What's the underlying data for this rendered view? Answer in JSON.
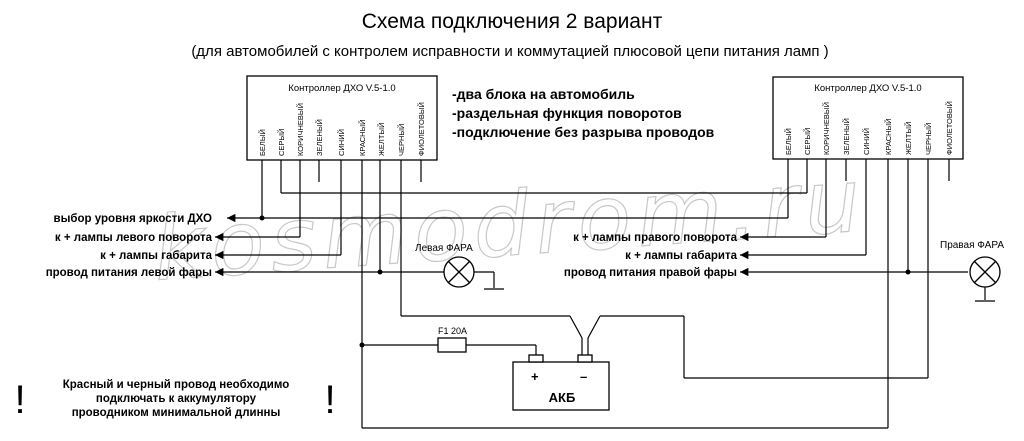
{
  "title": "Схема подключения 2 вариант",
  "subtitle": "(для автомобилей с контролем исправности и коммутацией плюсовой цепи питания ламп )",
  "controller_left": {
    "title": "Контроллер ДХО V.5-1.0",
    "wires": [
      "БЕЛЫЙ",
      "СЕРЫЙ",
      "КОРИЧНЕВЫЙ",
      "ЗЕЛЕНЫЙ",
      "СИНИЙ",
      "КРАСНЫЙ",
      "ЖЕЛТЫЙ",
      "ЧЕРНЫЙ",
      "ФИОЛЕТОВЫЙ"
    ]
  },
  "controller_right": {
    "title": "Контроллер ДХО V.5-1.0",
    "wires": [
      "БЕЛЫЙ",
      "СЕРЫЙ",
      "КОРИЧНЕВЫЙ",
      "ЗЕЛЕНЫЙ",
      "СИНИЙ",
      "КРАСНЫЙ",
      "ЖЕЛТЫЙ",
      "ЧЕРНЫЙ",
      "ФИОЛЕТОВЫЙ"
    ]
  },
  "features": [
    "-два блока на автомобиль",
    "-раздельная функция поворотов",
    "-подключение без разрыва проводов"
  ],
  "left_labels": [
    "выбор уровня яркости ДХО",
    "к + лампы левого поворота",
    "к + лампы габарита",
    "провод питания левой фары"
  ],
  "right_labels": [
    "к + лампы правого поворота",
    "к + лампы габарита",
    "провод питания правой фары"
  ],
  "left_lamp_label": "Левая ФАРА",
  "right_lamp_label": "Правая ФАРА",
  "fuse_label": "F1 20A",
  "battery": {
    "label": "АКБ",
    "plus": "+",
    "minus": "–"
  },
  "note_lines": [
    "Красный и черный провод необходимо",
    "подключать к аккумулятору",
    "проводником минимальной длинны"
  ],
  "exclamation": "!",
  "watermark": "kosmodrom.ru",
  "colors": {
    "line": "#000000",
    "watermark": "#c8c8c8",
    "background": "#ffffff"
  }
}
